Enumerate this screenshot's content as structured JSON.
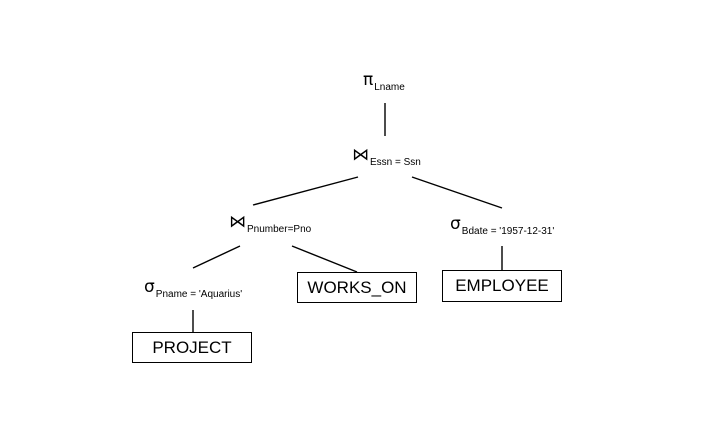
{
  "nodes": {
    "project_root": {
      "symbol": "π",
      "condition": "Lname"
    },
    "join_top": {
      "symbol": "⋈",
      "condition": "Essn = Ssn"
    },
    "join_left": {
      "symbol": "⋈",
      "condition": "Pnumber=Pno"
    },
    "select_bdate": {
      "symbol": "σ",
      "condition": "Bdate = '1957-12-31'"
    },
    "select_pname": {
      "symbol": "σ",
      "condition": "Pname = 'Aquarius'"
    },
    "rel_works_on": {
      "label": "WORKS_ON"
    },
    "rel_employee": {
      "label": "EMPLOYEE"
    },
    "rel_project": {
      "label": "PROJECT"
    }
  }
}
